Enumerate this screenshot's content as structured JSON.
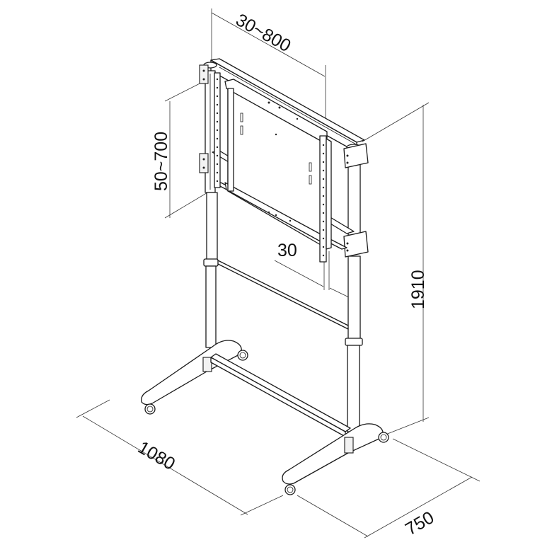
{
  "diagram": {
    "subject": "Mobile TV cart stand",
    "dimensions": {
      "vesa_width": "30~800",
      "vesa_height": "50~700",
      "wall_gap": "30",
      "total_height": "1910",
      "base_length": "1080",
      "base_depth": "750"
    },
    "colors": {
      "line": "#1a1a1a",
      "background": "#ffffff"
    }
  }
}
